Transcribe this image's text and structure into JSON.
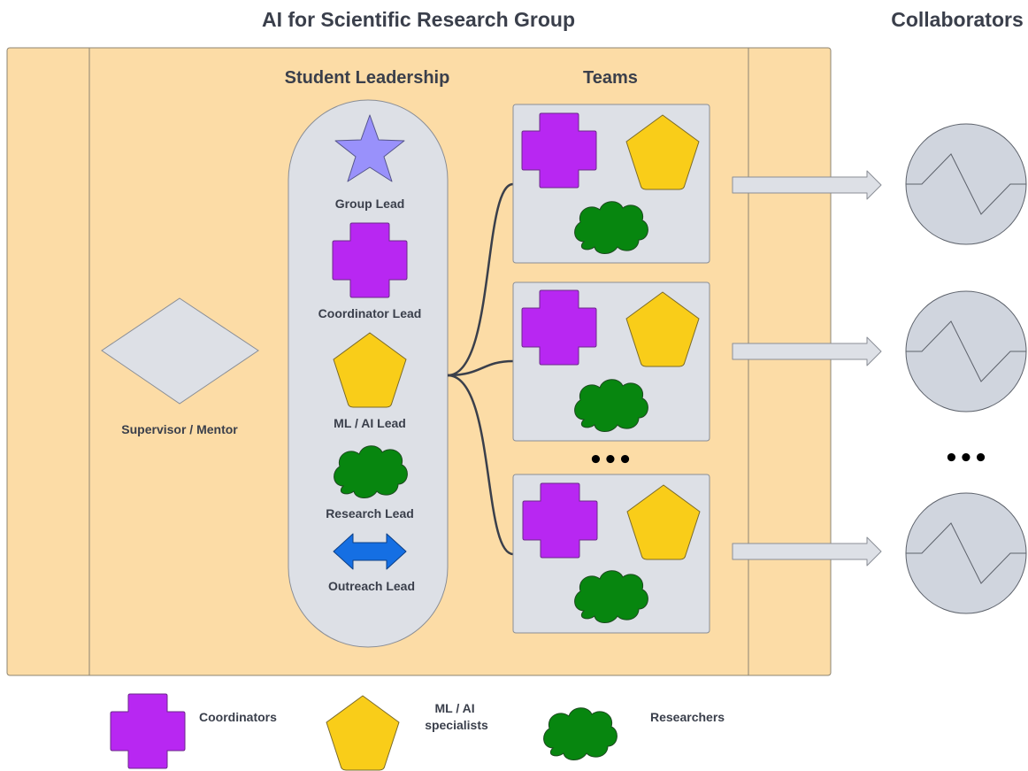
{
  "header": {
    "title": "AI for Scientific Research Group",
    "collaborators_title": "Collaborators"
  },
  "colors": {
    "panel": "#fcdca6",
    "gray": "#dde0e6",
    "purple": "#b827f2",
    "yellow": "#f9cd19",
    "green": "#07860f",
    "blue": "#156fe3",
    "star": "#9991fb",
    "circle": "#d0d5de"
  },
  "leadership": {
    "title": "Student Leadership",
    "roles": [
      {
        "label": "Group Lead",
        "icon": "star-icon"
      },
      {
        "label": "Coordinator Lead",
        "icon": "cross-icon"
      },
      {
        "label": "ML / AI Lead",
        "icon": "pentagon-icon"
      },
      {
        "label": "Research Lead",
        "icon": "cloud-icon"
      },
      {
        "label": "Outreach Lead",
        "icon": "double-arrow-icon"
      }
    ]
  },
  "supervisor": {
    "label": "Supervisor / Mentor"
  },
  "teams": {
    "title": "Teams",
    "ellipsis": "•••"
  },
  "collaborators": {
    "ellipsis": "•••"
  },
  "legend": [
    {
      "label": "Coordinators",
      "icon": "cross-icon"
    },
    {
      "label_line1": "ML / AI",
      "label_line2": "specialists",
      "icon": "pentagon-icon"
    },
    {
      "label": "Researchers",
      "icon": "cloud-icon"
    }
  ]
}
